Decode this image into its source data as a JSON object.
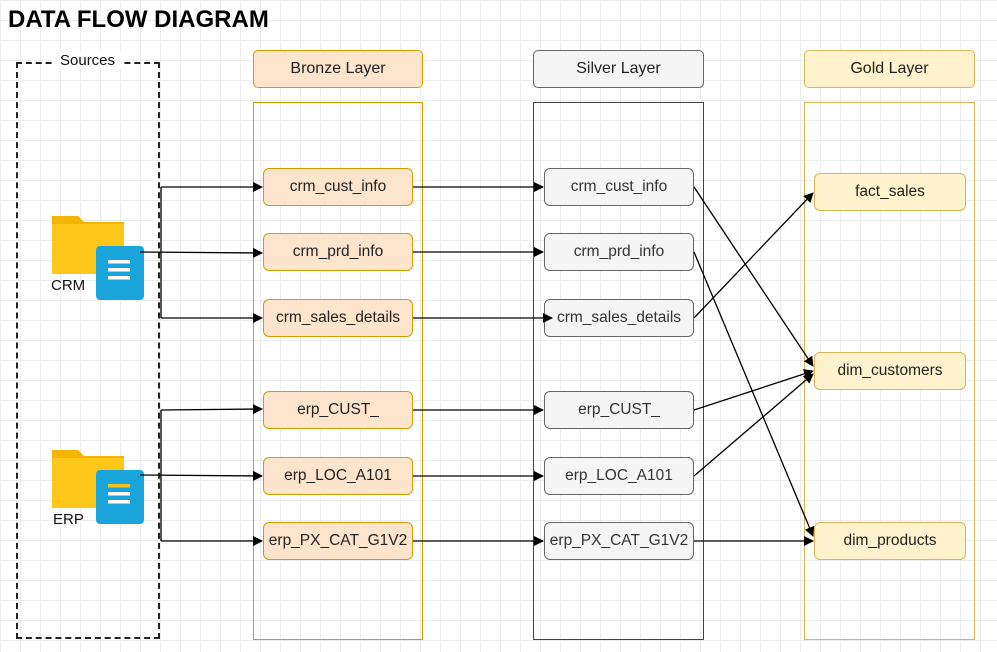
{
  "title": "DATA FLOW DIAGRAM",
  "sources": {
    "label": "Sources",
    "systems": [
      {
        "name": "CRM",
        "icon": "folder-document-icon"
      },
      {
        "name": "ERP",
        "icon": "folder-document-icon"
      }
    ]
  },
  "layers": {
    "bronze": {
      "label": "Bronze Layer",
      "color": "#fde4cc",
      "border": "#d79b00",
      "nodes": [
        "crm_cust_info",
        "crm_prd_info",
        "crm_sales_details",
        "erp_CUST_",
        "erp_LOC_A101",
        "erp_PX_CAT_G1V2"
      ]
    },
    "silver": {
      "label": "Silver Layer",
      "color": "#f5f5f5",
      "border": "#666666",
      "nodes": [
        "crm_cust_info",
        "crm_prd_info",
        "crm_sales_details",
        "erp_CUST_",
        "erp_LOC_A101",
        "erp_PX_CAT_G1V2"
      ]
    },
    "gold": {
      "label": "Gold Layer",
      "color": "#fff2cc",
      "border": "#d6b656",
      "nodes": [
        "fact_sales",
        "dim_customers",
        "dim_products"
      ]
    }
  },
  "edges": [
    {
      "from": "CRM",
      "to": "bronze.crm_cust_info"
    },
    {
      "from": "CRM",
      "to": "bronze.crm_prd_info"
    },
    {
      "from": "CRM",
      "to": "bronze.crm_sales_details"
    },
    {
      "from": "ERP",
      "to": "bronze.erp_CUST_"
    },
    {
      "from": "ERP",
      "to": "bronze.erp_LOC_A101"
    },
    {
      "from": "ERP",
      "to": "bronze.erp_PX_CAT_G1V2"
    },
    {
      "from": "bronze.crm_cust_info",
      "to": "silver.crm_cust_info"
    },
    {
      "from": "bronze.crm_prd_info",
      "to": "silver.crm_prd_info"
    },
    {
      "from": "bronze.crm_sales_details",
      "to": "silver.crm_sales_details"
    },
    {
      "from": "bronze.erp_CUST_",
      "to": "silver.erp_CUST_"
    },
    {
      "from": "bronze.erp_LOC_A101",
      "to": "silver.erp_LOC_A101"
    },
    {
      "from": "bronze.erp_PX_CAT_G1V2",
      "to": "silver.erp_PX_CAT_G1V2"
    },
    {
      "from": "silver.crm_sales_details",
      "to": "gold.fact_sales"
    },
    {
      "from": "silver.crm_cust_info",
      "to": "gold.dim_customers"
    },
    {
      "from": "silver.erp_CUST_",
      "to": "gold.dim_customers"
    },
    {
      "from": "silver.erp_LOC_A101",
      "to": "gold.dim_customers"
    },
    {
      "from": "silver.crm_prd_info",
      "to": "gold.dim_products"
    },
    {
      "from": "silver.erp_PX_CAT_G1V2",
      "to": "gold.dim_products"
    }
  ]
}
